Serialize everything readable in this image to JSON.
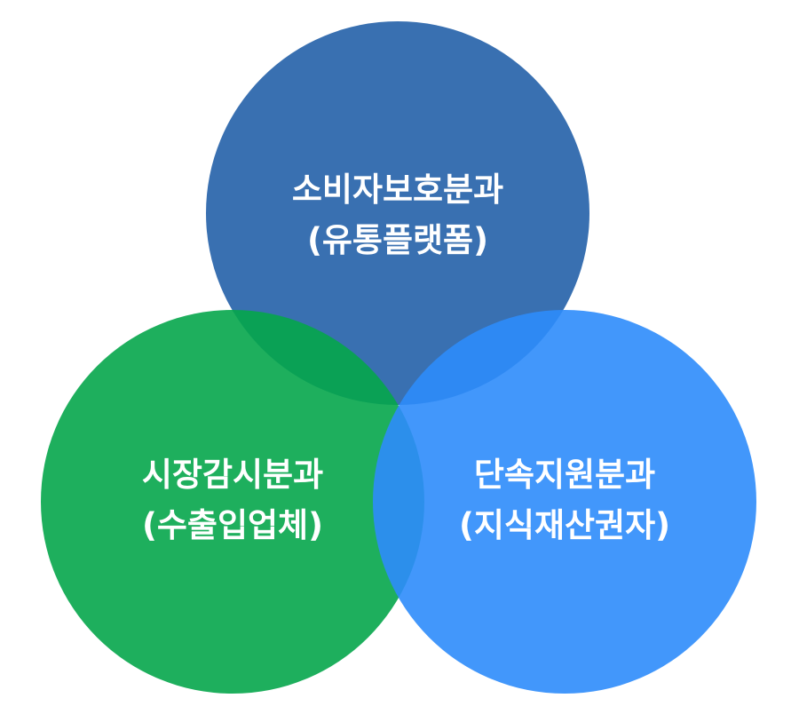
{
  "circles": [
    {
      "id": "consumer",
      "line1": "소비자보호분과",
      "line2": "(유통플랫폼)",
      "color": "#2460a8"
    },
    {
      "id": "market",
      "line1": "시장감시분과",
      "line2": "(수출입업체)",
      "color": "#06a64b"
    },
    {
      "id": "enforcement",
      "line1": "단속지원분과",
      "line2": "(지식재산권자)",
      "color": "#2e8cfb"
    }
  ]
}
